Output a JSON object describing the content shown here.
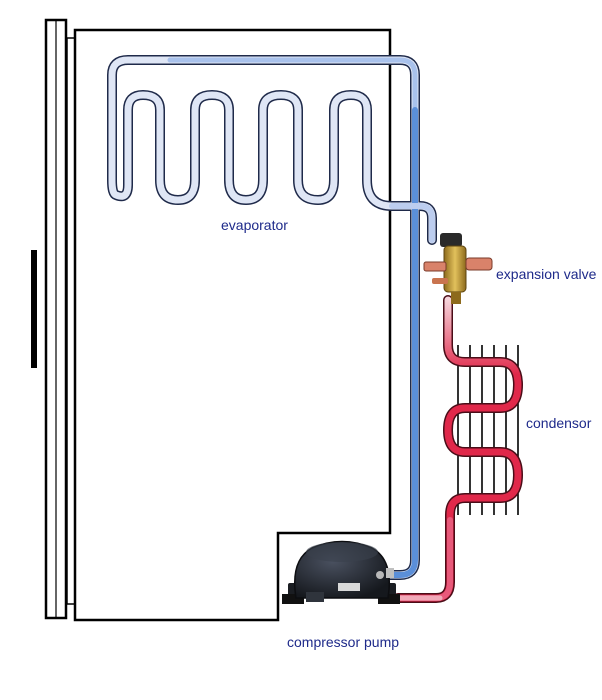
{
  "labels": {
    "evaporator": "evaporator",
    "expansion_valve": "expansion valve",
    "condensor": "condensor",
    "compressor_pump": "compressor pump"
  },
  "colors": {
    "outline": "#000000",
    "cold_tube": "#5b8fd9",
    "cold_tube_light": "#dfe6f5",
    "hot_tube": "#e0284a",
    "hot_tube_light": "#f6c9d2",
    "label_text": "#1e2a8a",
    "compressor_body": "#22262d",
    "valve_brass": "#c9a23b",
    "valve_copper": "#d9826a"
  }
}
